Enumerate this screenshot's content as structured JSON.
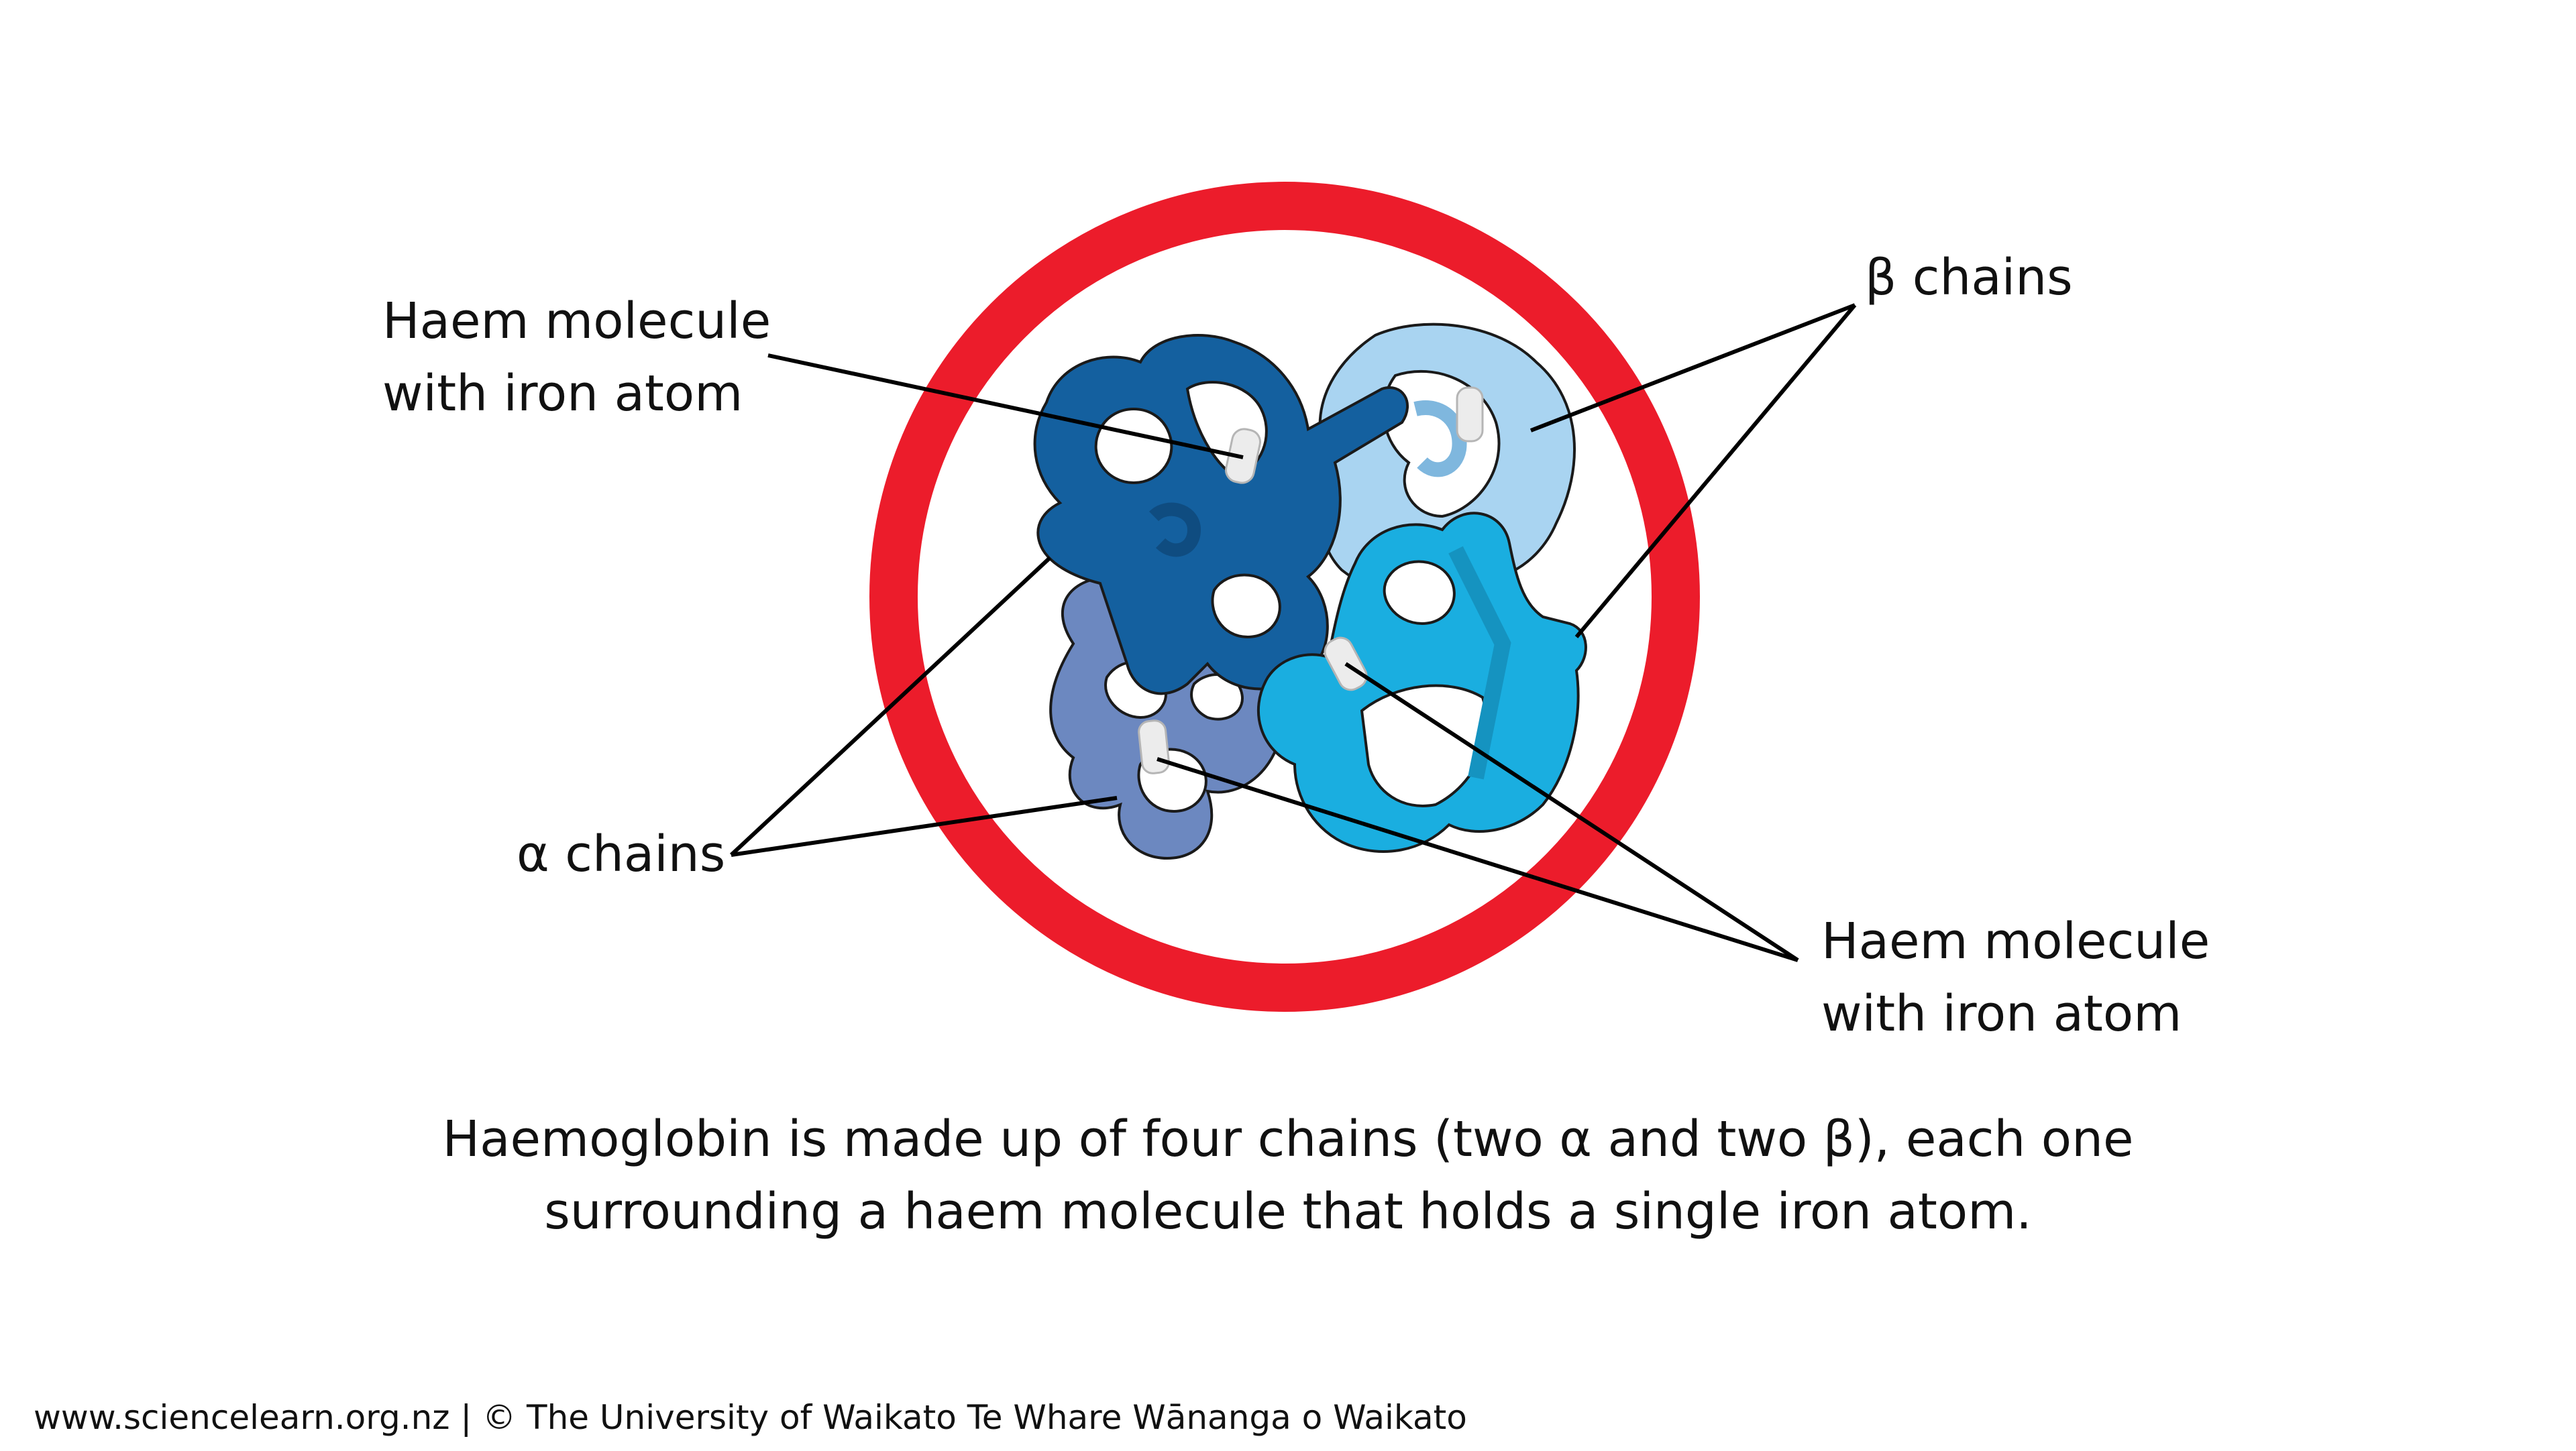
{
  "labels": {
    "haem_top": [
      "Haem molecule",
      "with iron atom"
    ],
    "beta": "β chains",
    "alpha": "α chains",
    "haem_bottom": [
      "Haem molecule",
      "with iron atom"
    ]
  },
  "caption": [
    "Haemoglobin is made up of four chains (two α and two β), each one",
    "surrounding a haem molecule that holds a single iron atom."
  ],
  "footer": "www.sciencelearn.org.nz | © The University of Waikato Te Whare Wānanga o Waikato",
  "colors": {
    "ring": "#ec1c2b",
    "alpha_dark": "#14609f",
    "alpha_slate": "#6c88c0",
    "beta_light": "#a9d4f1",
    "beta_cyan": "#1aaee0",
    "haem": "#e6e6e6",
    "line": "#000000"
  }
}
